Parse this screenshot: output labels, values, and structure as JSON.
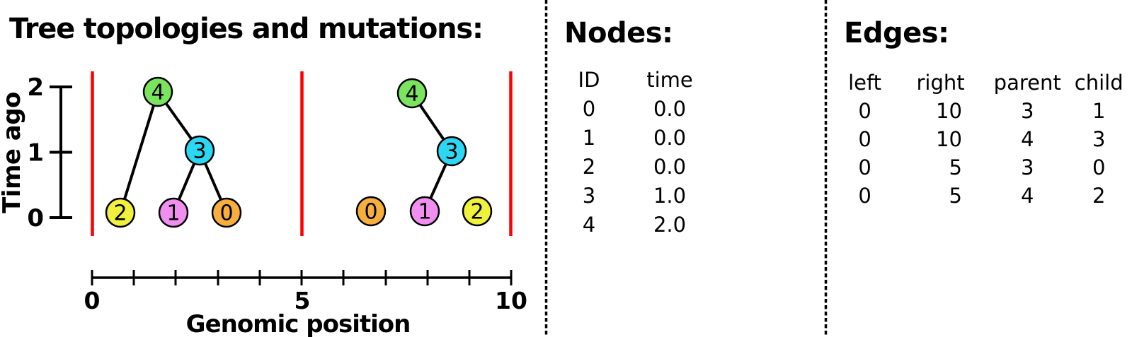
{
  "figure": {
    "title": "Tree topologies and mutations:"
  },
  "time_axis": {
    "label": "Time ago",
    "ticks": [
      {
        "label": "2"
      },
      {
        "label": "1"
      },
      {
        "label": "0"
      }
    ]
  },
  "genome_axis": {
    "label": "Genomic position",
    "ticks": [
      {
        "label": "0"
      },
      {
        "label": "5"
      },
      {
        "label": "10"
      }
    ]
  },
  "colors": {
    "breakpoint_line": "#FF0000",
    "edge_stroke": "#000000"
  },
  "nodes": [
    {
      "id": "0",
      "color": "#F6AF3C"
    },
    {
      "id": "1",
      "color": "#F18FF1"
    },
    {
      "id": "2",
      "color": "#F0F13D"
    },
    {
      "id": "3",
      "color": "#2BD7F2"
    },
    {
      "id": "4",
      "color": "#7BE45F"
    }
  ],
  "trees": {
    "left": {
      "edges": [
        {
          "parent": "4",
          "child": "2"
        },
        {
          "parent": "4",
          "child": "3"
        },
        {
          "parent": "3",
          "child": "1"
        },
        {
          "parent": "3",
          "child": "0"
        }
      ]
    },
    "right": {
      "edges": [
        {
          "parent": "4",
          "child": "3"
        },
        {
          "parent": "3",
          "child": "1"
        }
      ],
      "isolated_nodes": [
        "0",
        "2"
      ]
    }
  },
  "nodes_table": {
    "title": "Nodes:",
    "headers": [
      "ID",
      "time"
    ],
    "rows": [
      [
        "0",
        "0.0"
      ],
      [
        "1",
        "0.0"
      ],
      [
        "2",
        "0.0"
      ],
      [
        "3",
        "1.0"
      ],
      [
        "4",
        "2.0"
      ]
    ]
  },
  "edges_table": {
    "title": "Edges:",
    "headers": [
      "left",
      "right",
      "parent",
      "child"
    ],
    "rows": [
      [
        "0",
        "10",
        "3",
        "1"
      ],
      [
        "0",
        "10",
        "4",
        "3"
      ],
      [
        "0",
        "5",
        "3",
        "0"
      ],
      [
        "0",
        "5",
        "4",
        "2"
      ]
    ]
  }
}
